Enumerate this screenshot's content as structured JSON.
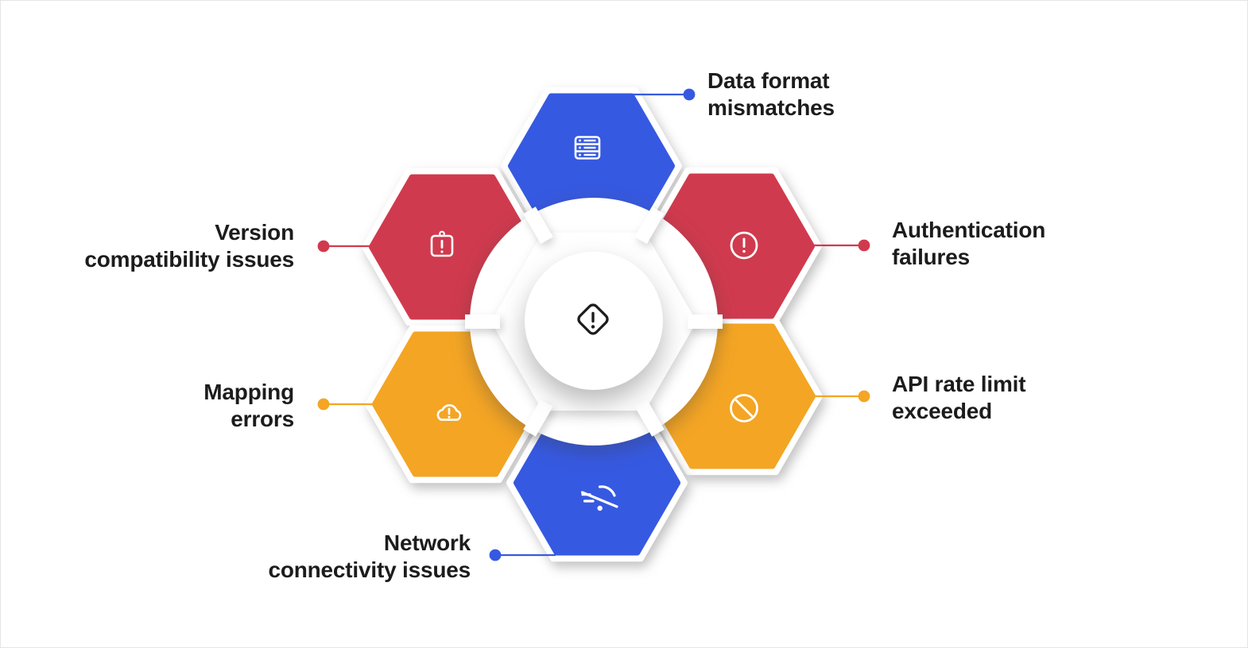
{
  "diagram_title": "Integration error types hexagon diagram",
  "palette": {
    "blue": "#3659E1",
    "red": "#D03A4E",
    "orange": "#F4A524",
    "ink": "#1C1C1C",
    "background": "#FFFFFF",
    "icon_stroke": "#FFFFFF"
  },
  "center": {
    "icon": "diamond-alert-icon"
  },
  "nodes": [
    {
      "id": "data-format",
      "label": "Data format\nmismatches",
      "color": "#3659E1",
      "icon": "database-server-icon",
      "position": "top",
      "label_side": "right"
    },
    {
      "id": "version",
      "label": "Version\ncompatibility issues",
      "color": "#D03A4E",
      "icon": "alert-box-icon",
      "position": "upper-left",
      "label_side": "left"
    },
    {
      "id": "authentication",
      "label": "Authentication\nfailures",
      "color": "#D03A4E",
      "icon": "alert-circle-icon",
      "position": "upper-right",
      "label_side": "right"
    },
    {
      "id": "mapping",
      "label": "Mapping\nerrors",
      "color": "#F4A524",
      "icon": "cloud-alert-icon",
      "position": "lower-left",
      "label_side": "left"
    },
    {
      "id": "api-rate-limit",
      "label": "API rate limit\nexceeded",
      "color": "#F4A524",
      "icon": "blocked-icon",
      "position": "lower-right",
      "label_side": "right"
    },
    {
      "id": "network",
      "label": "Network\nconnectivity issues",
      "color": "#3659E1",
      "icon": "wifi-off-icon",
      "position": "bottom",
      "label_side": "left"
    }
  ]
}
